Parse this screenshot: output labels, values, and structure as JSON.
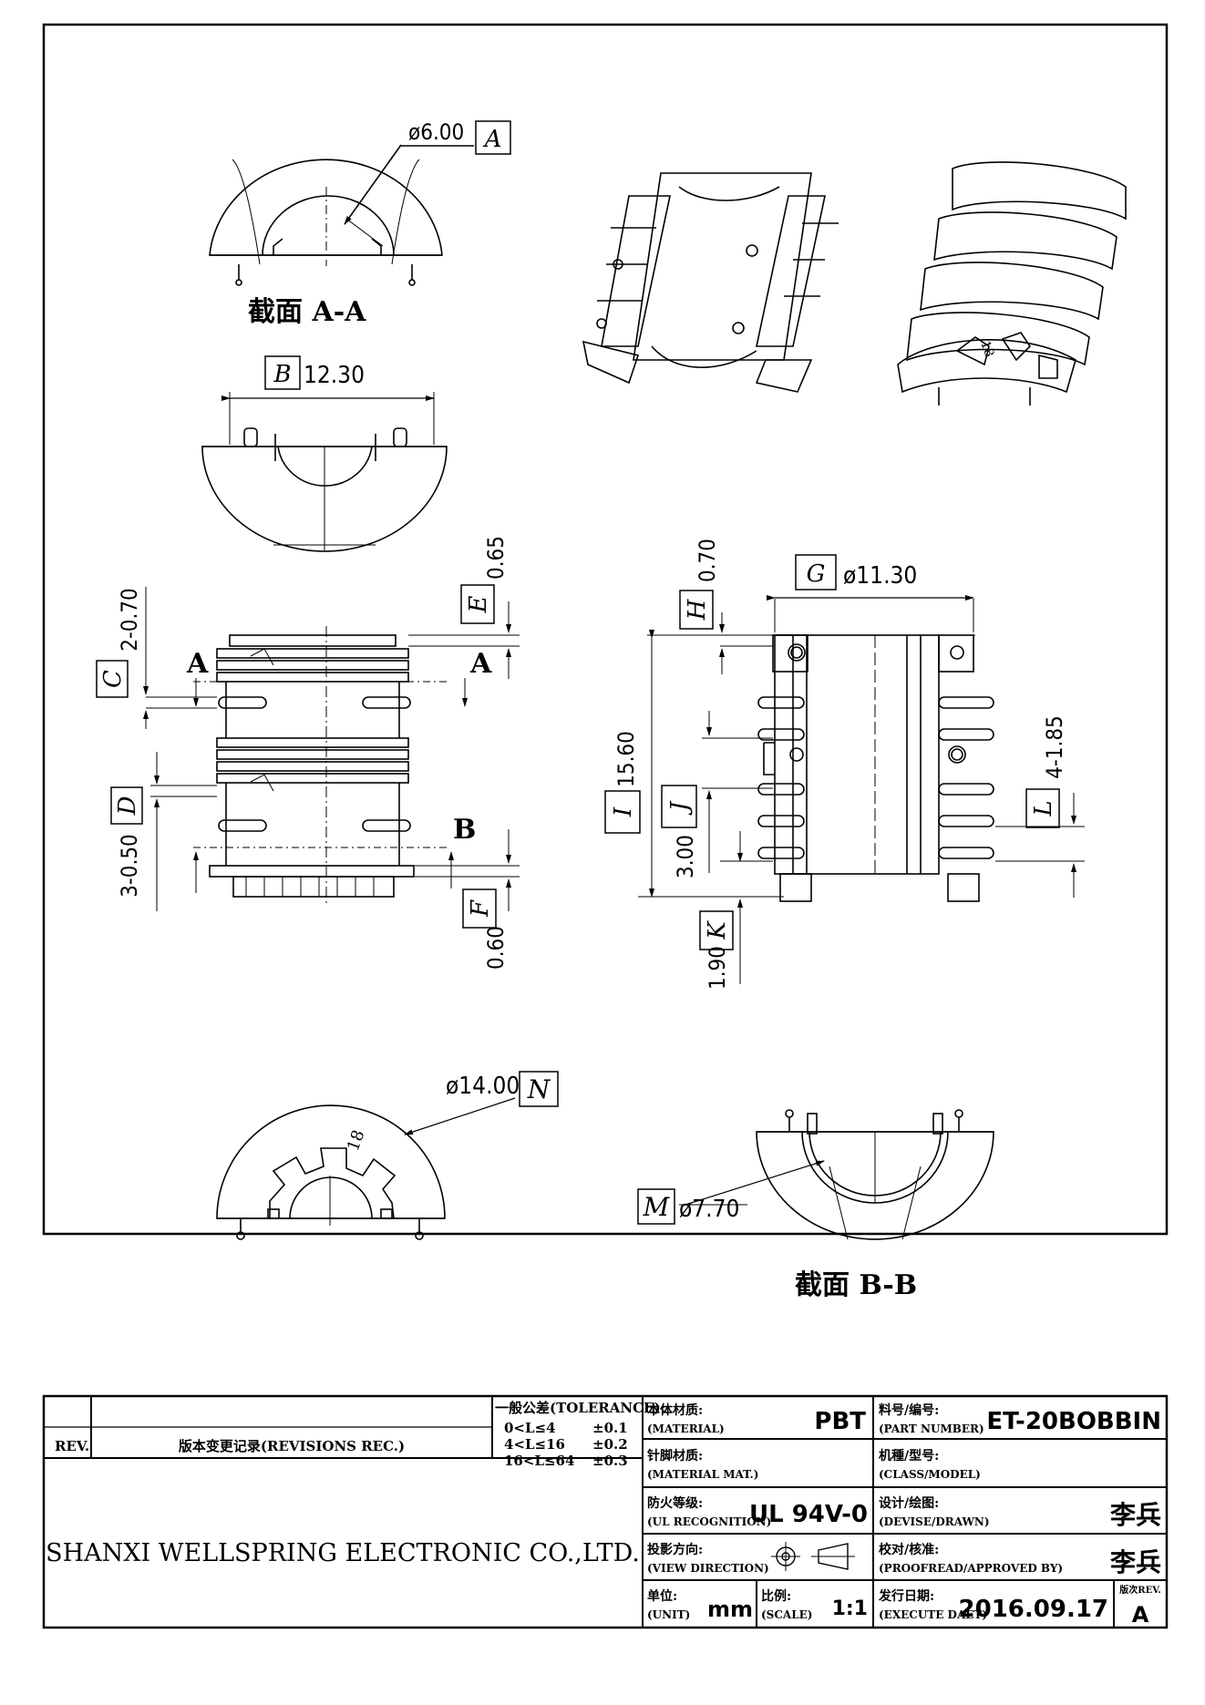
{
  "drawing": {
    "views": {
      "section_aa": {
        "title": "截面  A-A",
        "diameter": "ø6.00",
        "ref": "A"
      },
      "top_view": {
        "ref": "B",
        "width": "12.30"
      },
      "side_view": {
        "dims": {
          "C": "2-0.70",
          "D": "3-0.50",
          "E": "0.65",
          "F": "0.60"
        },
        "section_marks": {
          "a_left": "A",
          "a_right": "A",
          "b": "B"
        }
      },
      "front_view": {
        "dims": {
          "G": "ø11.30",
          "H": "0.70",
          "I": "15.60",
          "J": "3.00",
          "K": "1.90",
          "L": "4-1.85"
        }
      },
      "bottom_view": {
        "ref": "N",
        "diameter": "ø14.00",
        "marking": "18"
      },
      "section_bb": {
        "title": "截面  B-B",
        "diameter": "ø7.70",
        "ref": "M"
      },
      "iso_marking": "18"
    }
  },
  "title_block": {
    "rev_label": "REV.",
    "revisions_label": "版本变更记录(REVISIONS REC.)",
    "tolerance": {
      "header": "一般公差(TOLERANCE):",
      "rows": [
        {
          "range": "0<L≤4",
          "value": "±0.1"
        },
        {
          "range": "4<L≤16",
          "value": "±0.2"
        },
        {
          "range": "16<L≤64",
          "value": "±0.3"
        }
      ]
    },
    "company": "SHANXI WELLSPRING ELECTRONIC CO.,LTD.",
    "material": {
      "cn": "本体材质:",
      "en": "(MATERIAL)",
      "value": "PBT"
    },
    "part_number": {
      "cn": "料号/编号:",
      "en": "(PART NUMBER)",
      "value": "ET-20BOBBIN"
    },
    "pin_material": {
      "cn": "针脚材质:",
      "en": "(MATERIAL MAT.)",
      "value": ""
    },
    "class_model": {
      "cn": "机種/型号:",
      "en": "(CLASS/MODEL)",
      "value": ""
    },
    "ul": {
      "cn": "防火等级:",
      "en": "(UL RECOGNITION)",
      "value": "UL 94V-0"
    },
    "designer": {
      "cn": "设计/绘图:",
      "en": "(DEVISE/DRAWN)",
      "value": "李兵"
    },
    "view_direction": {
      "cn": "投影方向:",
      "en": "(VIEW DIRECTION)"
    },
    "approver": {
      "cn": "校对/核准:",
      "en": "(PROOFREAD/APPROVED BY)",
      "value": "李兵"
    },
    "unit": {
      "cn": "单位:",
      "en": "(UNIT)",
      "value": "mm"
    },
    "scale": {
      "cn": "比例:",
      "en": "(SCALE)",
      "value": "1:1"
    },
    "date": {
      "cn": "发行日期:",
      "en": "(EXECUTE DAET)",
      "value": "2016.09.17"
    },
    "rev_version": {
      "label": "版次REV.",
      "value": "A"
    }
  }
}
